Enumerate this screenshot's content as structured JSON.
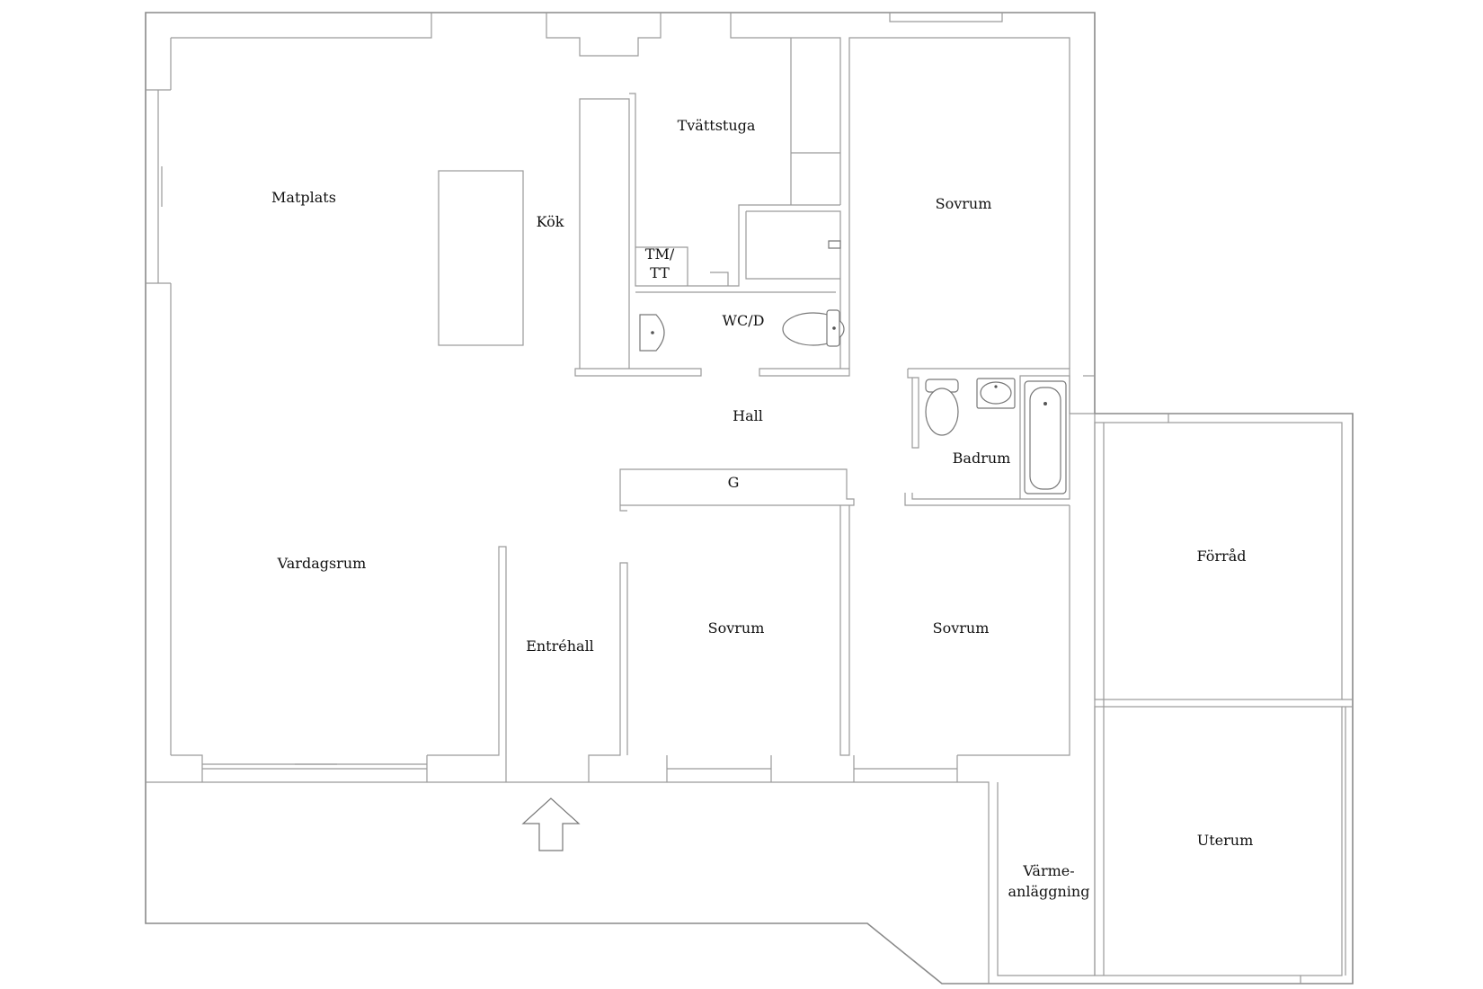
{
  "rooms": {
    "matplats": "Matplats",
    "kok": "Kök",
    "tvattstuga": "Tvättstuga",
    "tmtt_line1": "TM/",
    "tmtt_line2": "TT",
    "wcd": "WC/D",
    "hall": "Hall",
    "badrum": "Badrum",
    "garderob": "G",
    "vardagsrum": "Vardagsrum",
    "entrehall": "Entréhall",
    "sovrum_top": "Sovrum",
    "sovrum_mid": "Sovrum",
    "sovrum_right": "Sovrum",
    "forrad": "Förråd",
    "uterum": "Uterum",
    "varme_line1": "Värme-",
    "varme_line2": "anläggning"
  },
  "icons": [
    "entrance-arrow-icon",
    "toilet-icon",
    "sink-icon",
    "bathtub-icon"
  ]
}
